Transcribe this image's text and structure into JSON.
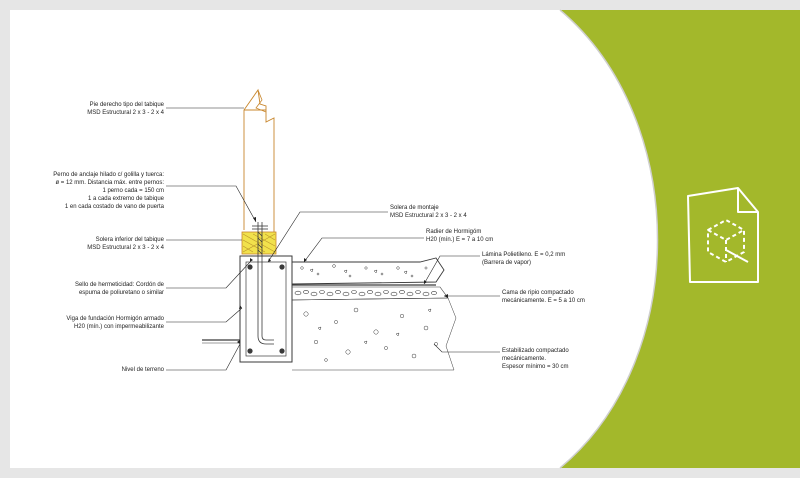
{
  "labels": {
    "pie_derecho_1": "Pie derecho tipo del tabique",
    "pie_derecho_2": "MSD Estructural 2 x  3 - 2 x 4",
    "perno_1": "Perno de  anclaje hilado  c/ golilla y tuerca:",
    "perno_2": "ø = 12 mm. Distancia máx. entre pernos:",
    "perno_3": "1 perno cada  = 150 cm",
    "perno_4": "1 a cada extremo de tabique",
    "perno_5": "1 en cada costado de vano de puerta",
    "solera_inf_1": "Solera inferior del tabique",
    "solera_inf_2": "MSD Estructural 2 x 3 - 2 x 4",
    "sello_1": "Sello de hermeticidad: Cordón de",
    "sello_2": "espuma de poliuretano o similar",
    "viga_1": "Viga de fundación Hormigón armado",
    "viga_2": "H20 (mín.) con impermeabilizante",
    "nivel": "Nivel de terreno",
    "solera_montaje_1": "Solera de montaje",
    "solera_montaje_2": "MSD Estructural 2 x 3 - 2 x 4",
    "radier_1": "Radier de Hormigóm",
    "radier_2": "H20 (mín.) E = 7 a 10 cm",
    "lamina_1": "Lámina Polietileno. E = 0,2 mm",
    "lamina_2": "(Barrera de vapor)",
    "cama_1": "Cama de ripio compactado",
    "cama_2": "mecánicamente. E = 5 a 10 cm",
    "estab_1": "Estabilizado compactado",
    "estab_2": "mecánicamente.",
    "estab_3": "Espesor mínimo = 30 cm"
  },
  "colors": {
    "background": "#e6e6e6",
    "white_panel": "#ffffff",
    "accent_green": "#a3b82b",
    "wood": "#c8872e",
    "yellow_insulation": "#f1e14c",
    "line": "#3a3a3a"
  },
  "icons": {
    "document": "3d-document-icon"
  }
}
